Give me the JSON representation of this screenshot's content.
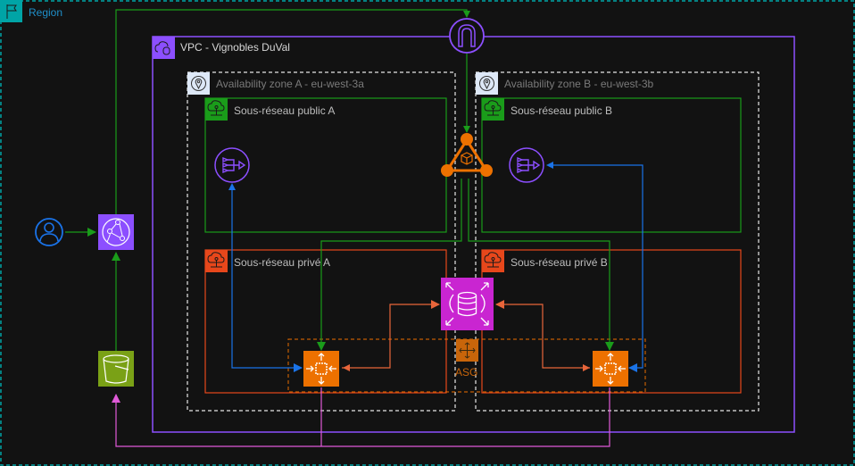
{
  "diagram": {
    "title": "AWS architecture - Vignobles DuVal",
    "region": {
      "label": "Region",
      "color": "#00a4a6"
    },
    "vpc": {
      "label": "VPC - Vignobles DuVal",
      "color": "#8c4fff"
    },
    "availability_zones": [
      {
        "label": "Availability zone A - eu-west-3a"
      },
      {
        "label": "Availability zone B - eu-west-3b"
      }
    ],
    "subnets": [
      {
        "label": "Sous-réseau public A",
        "type": "public",
        "color": "#1a9c1a"
      },
      {
        "label": "Sous-réseau public B",
        "type": "public",
        "color": "#1a9c1a"
      },
      {
        "label": "Sous-réseau privé A",
        "type": "private",
        "color": "#e7471b"
      },
      {
        "label": "Sous-réseau privé B",
        "type": "private",
        "color": "#e7471b"
      }
    ],
    "asg": {
      "label": "ASG",
      "color": "#ed7100"
    },
    "nodes": [
      {
        "id": "user",
        "icon": "user-icon"
      },
      {
        "id": "cloudfront",
        "icon": "cloudfront-icon"
      },
      {
        "id": "s3",
        "icon": "s3-bucket-icon"
      },
      {
        "id": "igw",
        "icon": "internet-gateway-icon"
      },
      {
        "id": "alb",
        "icon": "load-balancer-icon"
      },
      {
        "id": "nat-a",
        "icon": "nat-gateway-icon"
      },
      {
        "id": "nat-b",
        "icon": "nat-gateway-icon"
      },
      {
        "id": "rds",
        "icon": "rds-database-icon"
      },
      {
        "id": "ec2-a",
        "icon": "ec2-instance-icon"
      },
      {
        "id": "ec2-b",
        "icon": "ec2-instance-icon"
      }
    ],
    "edges": [
      {
        "from": "user",
        "to": "cloudfront",
        "color": "#1a9c1a"
      },
      {
        "from": "cloudfront",
        "to": "igw",
        "color": "#1a9c1a"
      },
      {
        "from": "s3",
        "to": "cloudfront",
        "color": "#1a9c1a"
      },
      {
        "from": "igw",
        "to": "alb",
        "color": "#1a9c1a"
      },
      {
        "from": "alb",
        "to": "ec2-a",
        "color": "#1a9c1a"
      },
      {
        "from": "alb",
        "to": "ec2-b",
        "color": "#1a9c1a"
      },
      {
        "from": "nat-a",
        "to": "ec2-a",
        "color": "#1a73e8"
      },
      {
        "from": "nat-b",
        "to": "ec2-b",
        "color": "#1a73e8"
      },
      {
        "from": "ec2-a",
        "to": "rds",
        "color": "#e8653a"
      },
      {
        "from": "ec2-b",
        "to": "rds",
        "color": "#e8653a"
      },
      {
        "from": "ec2-b",
        "to": "s3",
        "color": "#e05ad8"
      }
    ]
  }
}
